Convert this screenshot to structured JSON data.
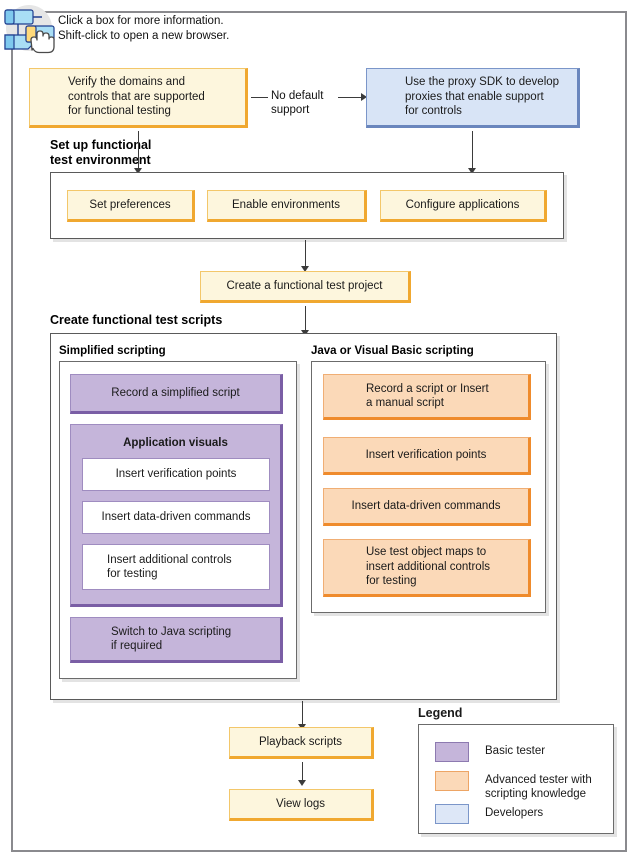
{
  "hint": {
    "line1": "Click a box for more information.",
    "line2": "Shift-click to open a new browser.",
    "icon": "diagram-click-icon"
  },
  "nodes": {
    "verify_domains": "Verify the domains and\ncontrols that are supported\nfor functional testing",
    "proxy_sdk": "Use the proxy SDK to develop\nproxies that enable support\nfor controls",
    "set_preferences": "Set preferences",
    "enable_environments": "Enable environments",
    "configure_applications": "Configure applications",
    "create_project": "Create a functional test project",
    "record_simplified": "Record a simplified script",
    "application_visuals": "Application visuals",
    "insert_vp_simplified": "Insert verification points",
    "insert_ddc_simplified": "Insert data-driven commands",
    "insert_controls_simplified": "Insert additional controls\nfor testing",
    "switch_to_java": "Switch to Java scripting\nif required",
    "record_or_manual": "Record a script or Insert\na manual script",
    "insert_vp_java": "Insert verification points",
    "insert_ddc_java": "Insert data-driven commands",
    "test_object_maps": "Use test object maps to\ninsert additional controls\nfor testing",
    "playback_scripts": "Playback scripts",
    "view_logs": "View logs"
  },
  "edges": {
    "no_default_support": "No default\nsupport"
  },
  "sections": {
    "setup_environment": "Set up functional\ntest environment",
    "create_scripts": "Create functional test scripts",
    "simplified_scripting": "Simplified scripting",
    "java_vb_scripting": "Java or Visual Basic scripting"
  },
  "legend": {
    "title": "Legend",
    "items": [
      {
        "label": "Basic tester",
        "color": "#c5b5da"
      },
      {
        "label": "Advanced tester with\nscripting knowledge",
        "color": "#fbd9b8"
      },
      {
        "label": "Developers",
        "color": "#dde7f7"
      }
    ]
  },
  "colors": {
    "yellow_fill": "#fdf6dd",
    "yellow_edge": "#f0a830",
    "blue_fill": "#d8e4f6",
    "blue_edge": "#7b96c9",
    "purple_fill": "#c5b5da",
    "purple_edge": "#7a5ea5",
    "orange_fill": "#fbd9b8",
    "orange_edge": "#ef8b2c",
    "frame": "#8a8a8e"
  }
}
